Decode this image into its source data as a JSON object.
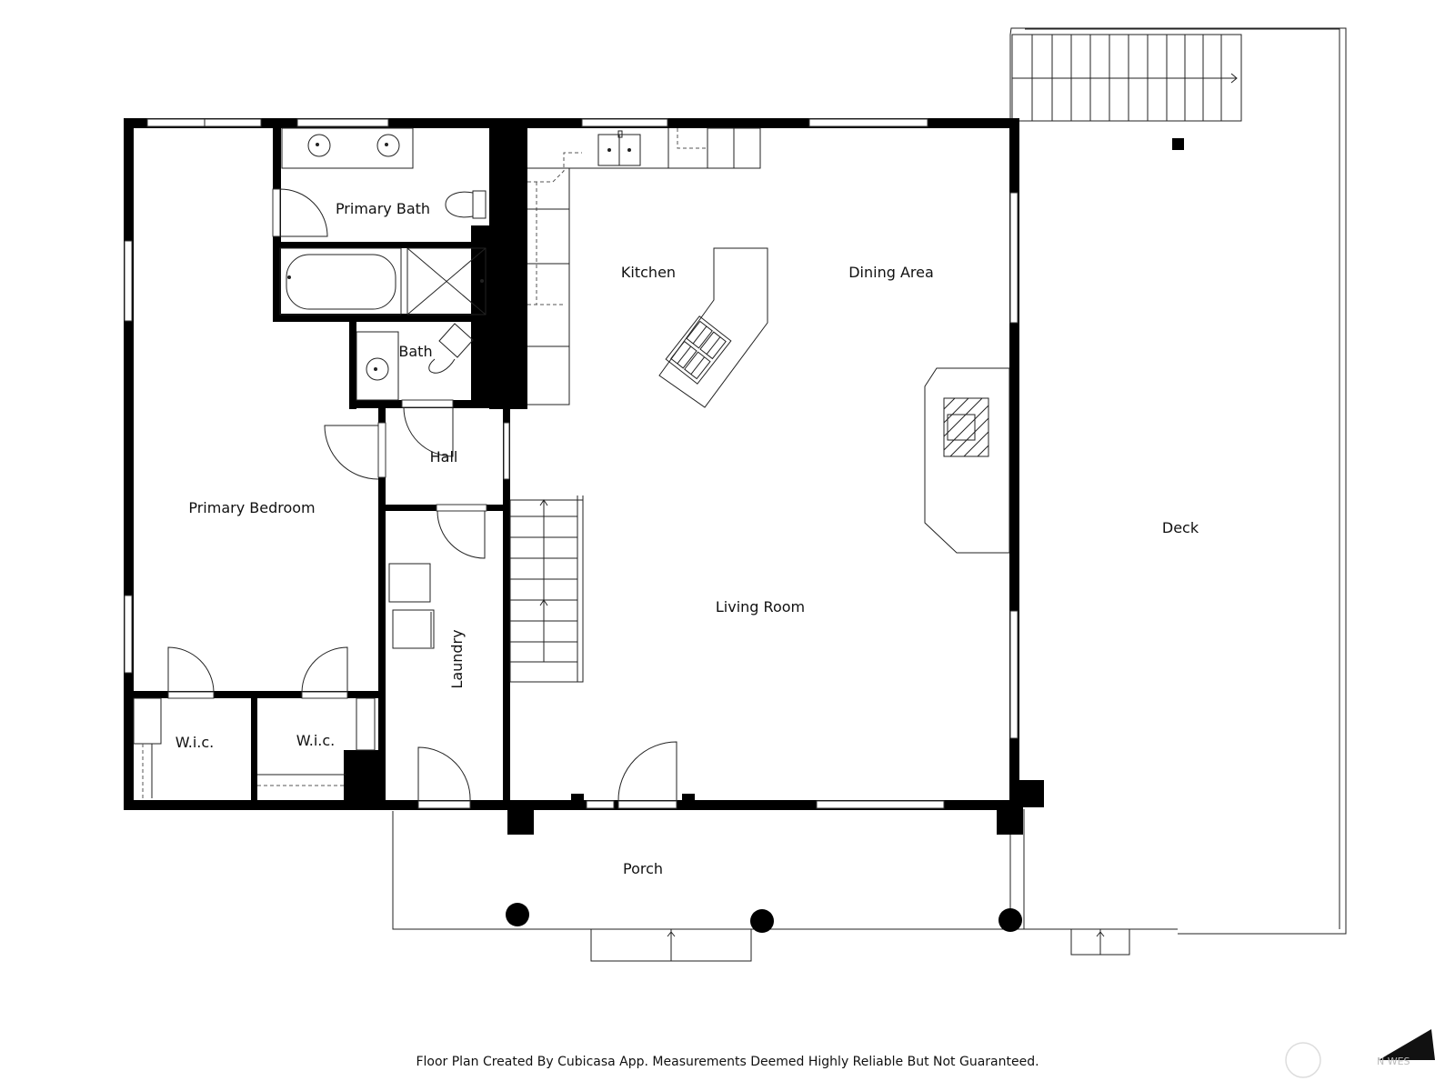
{
  "rooms": {
    "primary_bath": "Primary Bath",
    "kitchen": "Kitchen",
    "dining_area": "Dining Area",
    "bath": "Bath",
    "hall": "Hall",
    "primary_bedroom": "Primary Bedroom",
    "deck": "Deck",
    "living_room": "Living Room",
    "laundry": "Laundry",
    "wic_left": "W.i.c.",
    "wic_right": "W.i.c.",
    "porch": "Porch"
  },
  "footer": {
    "disclaimer": "Floor Plan Created By Cubicasa App. Measurements Deemed Highly Reliable But Not Guaranteed."
  },
  "compass": {
    "label": "N WES",
    "icon": "compass-arrow-icon"
  },
  "watermark": {
    "icon": "circle-watermark-icon"
  },
  "colors": {
    "wall": "#000000",
    "line": "#222222",
    "background": "#ffffff"
  }
}
